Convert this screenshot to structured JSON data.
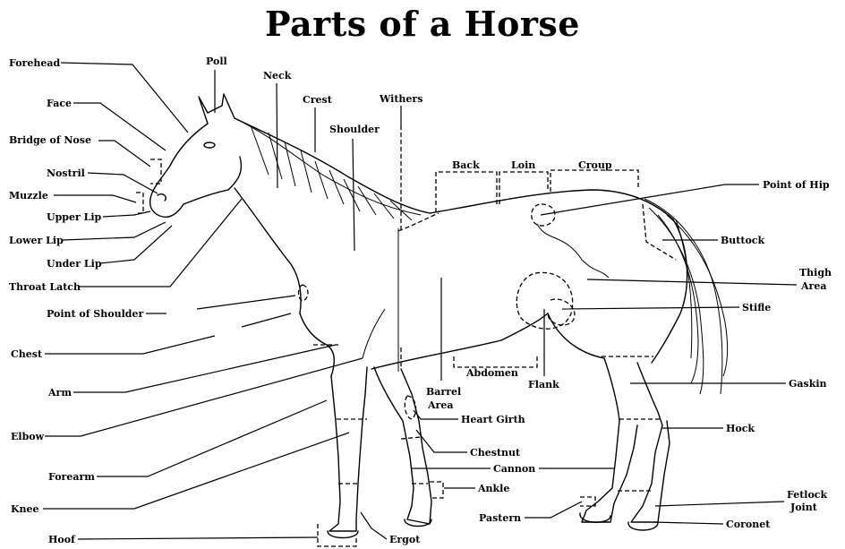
{
  "title": "Parts of a Horse",
  "labels": {
    "forehead": "Forehead",
    "poll": "Poll",
    "neck": "Neck",
    "crest": "Crest",
    "withers": "Withers",
    "shoulder": "Shoulder",
    "face": "Face",
    "bridge_of_nose": "Bridge of Nose",
    "nostril": "Nostril",
    "muzzle": "Muzzle",
    "upper_lip": "Upper Lip",
    "lower_lip": "Lower Lip",
    "under_lip": "Under Lip",
    "throat_latch": "Throat Latch",
    "point_of_shoulder": "Point of Shoulder",
    "chest": "Chest",
    "arm": "Arm",
    "elbow": "Elbow",
    "forearm": "Forearm",
    "knee": "Knee",
    "hoof": "Hoof",
    "back": "Back",
    "loin": "Loin",
    "croup": "Croup",
    "point_of_hip": "Point of Hip",
    "buttock": "Buttock",
    "thigh_area_1": "Thigh",
    "thigh_area_2": "Area",
    "stifle": "Stifle",
    "abdomen": "Abdomen",
    "flank": "Flank",
    "gaskin": "Gaskin",
    "barrel_area_1": "Barrel",
    "barrel_area_2": "Area",
    "heart_girth": "Heart Girth",
    "hock": "Hock",
    "chestnut": "Chestnut",
    "cannon": "Cannon",
    "ankle": "Ankle",
    "pastern": "Pastern",
    "fetlock_joint_1": "Fetlock",
    "fetlock_joint_2": "Joint",
    "coronet": "Coronet",
    "ergot": "Ergot"
  }
}
